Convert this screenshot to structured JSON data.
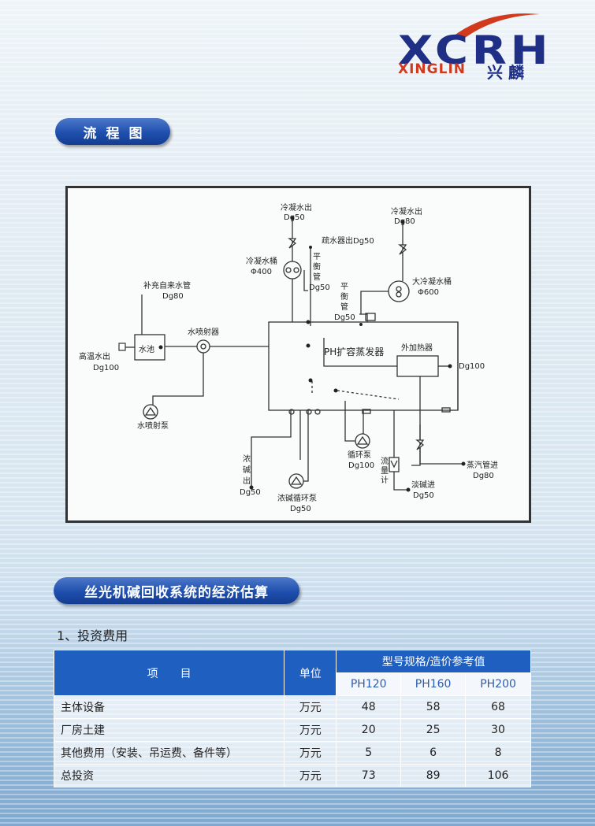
{
  "brand": {
    "logo_main": "XCRH",
    "logo_sub": "XINGLIN",
    "logo_cn": "兴 麟"
  },
  "sections": {
    "flow_title": "流程图",
    "economy_title": "丝光机碱回收系统的经济估算",
    "investment_heading": "1、投资费用"
  },
  "diagram": {
    "labels": {
      "cond_out_1": "冷凝水出",
      "cond_out_1_dg": "Dg50",
      "cond_out_2": "冷凝水出",
      "cond_out_2_dg": "Dg80",
      "trap_out": "疏水器出Dg50",
      "cond_bucket": "冷凝水桶",
      "cond_bucket_size": "Φ400",
      "balance_1a": "平",
      "balance_1b": "衡",
      "balance_1c": "管",
      "balance_1_dg": "Dg50",
      "big_bucket": "大冷凝水桶",
      "big_bucket_size": "Φ600",
      "balance_2a": "平",
      "balance_2b": "衡",
      "balance_2c": "管",
      "balance_2_dg": "Dg50",
      "tap_water": "补充自来水管",
      "tap_water_dg": "Dg80",
      "ejector": "水喷射器",
      "evaporator": "PH扩容蒸发器",
      "heater": "外加热器",
      "heater_dg": "Dg100",
      "hot_water_out": "高温水出",
      "hot_water_dg": "Dg100",
      "pool": "水池",
      "ejector_pump": "水喷射泵",
      "conc_a": "浓",
      "conc_b": "碱",
      "conc_c": "出",
      "conc_dg": "Dg50",
      "conc_pump": "浓碱循环泵",
      "conc_pump_dg": "Dg50",
      "circ_pump": "循环泵",
      "circ_pump_dg": "Dg100",
      "flow_a": "流",
      "flow_b": "量",
      "flow_c": "计",
      "dilute_in": "淡碱进",
      "dilute_dg": "Dg50",
      "steam_in": "蒸汽管进",
      "steam_dg": "Dg80"
    }
  },
  "table": {
    "headers": {
      "item": "项　　目",
      "unit": "单位",
      "models_group": "型号规格/造价参考值",
      "models": [
        "PH120",
        "PH160",
        "PH200"
      ]
    },
    "rows": [
      {
        "item": "主体设备",
        "unit": "万元",
        "values": [
          "48",
          "58",
          "68"
        ]
      },
      {
        "item": "厂房土建",
        "unit": "万元",
        "values": [
          "20",
          "25",
          "30"
        ]
      },
      {
        "item": "其他费用（安装、吊运费、备件等）",
        "unit": "万元",
        "values": [
          "5",
          "6",
          "8"
        ]
      },
      {
        "item": "总投资",
        "unit": "万元",
        "values": [
          "73",
          "89",
          "106"
        ]
      }
    ]
  },
  "colors": {
    "brand_blue": "#1f2f86",
    "brand_red": "#d23a1e",
    "header_blue": "#1f5fc0"
  }
}
